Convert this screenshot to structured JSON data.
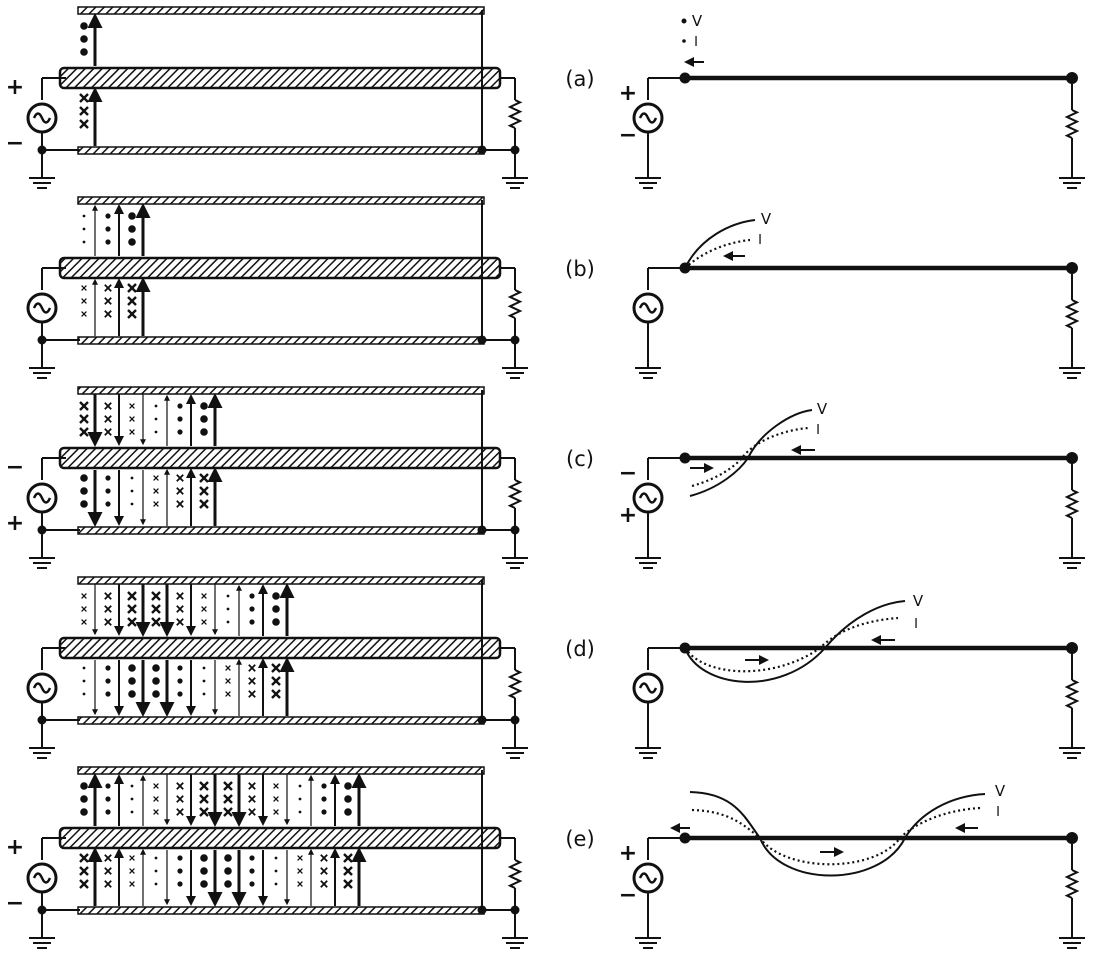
{
  "figure": {
    "ink_color": "#111111",
    "background_color": "#ffffff",
    "wave_labels": {
      "voltage": "V",
      "current": "I"
    },
    "panels": [
      {
        "label": "(a)",
        "left_polarity": [
          "+",
          "−"
        ],
        "right_polarity": [
          "+",
          "−"
        ],
        "left_columns": [
          {
            "top": "dot3",
            "bottom": "x3",
            "arrow": "up",
            "thick": 3
          }
        ],
        "right_wave": "legend"
      },
      {
        "label": "(b)",
        "left_polarity": [
          "",
          ""
        ],
        "right_polarity": [
          "",
          ""
        ],
        "left_columns": [
          {
            "top": "dot1",
            "bottom": "x1",
            "arrow": "up",
            "thick": 1
          },
          {
            "top": "dot2",
            "bottom": "x2",
            "arrow": "up",
            "thick": 2
          },
          {
            "top": "dot3",
            "bottom": "x3",
            "arrow": "up",
            "thick": 3
          }
        ],
        "right_wave": "b"
      },
      {
        "label": "(c)",
        "left_polarity": [
          "−",
          "+"
        ],
        "right_polarity": [
          "−",
          "+"
        ],
        "left_columns": [
          {
            "top": "x3",
            "bottom": "dot3",
            "arrow": "down",
            "thick": 3
          },
          {
            "top": "x2",
            "bottom": "dot2",
            "arrow": "down",
            "thick": 2
          },
          {
            "top": "x1",
            "bottom": "dot1",
            "arrow": "down",
            "thick": 1
          },
          {
            "top": "dot1",
            "bottom": "x1",
            "arrow": "up",
            "thick": 1
          },
          {
            "top": "dot2",
            "bottom": "x2",
            "arrow": "up",
            "thick": 2
          },
          {
            "top": "dot3",
            "bottom": "x3",
            "arrow": "up",
            "thick": 3
          }
        ],
        "right_wave": "c"
      },
      {
        "label": "(d)",
        "left_polarity": [
          "",
          ""
        ],
        "right_polarity": [
          "",
          ""
        ],
        "left_columns": [
          {
            "top": "x1",
            "bottom": "dot1",
            "arrow": "down",
            "thick": 1
          },
          {
            "top": "x2",
            "bottom": "dot2",
            "arrow": "down",
            "thick": 2
          },
          {
            "top": "x3",
            "bottom": "dot3",
            "arrow": "down",
            "thick": 3
          },
          {
            "top": "x3",
            "bottom": "dot3",
            "arrow": "down",
            "thick": 3
          },
          {
            "top": "x2",
            "bottom": "dot2",
            "arrow": "down",
            "thick": 2
          },
          {
            "top": "x1",
            "bottom": "dot1",
            "arrow": "down",
            "thick": 1
          },
          {
            "top": "dot1",
            "bottom": "x1",
            "arrow": "up",
            "thick": 1
          },
          {
            "top": "dot2",
            "bottom": "x2",
            "arrow": "up",
            "thick": 2
          },
          {
            "top": "dot3",
            "bottom": "x3",
            "arrow": "up",
            "thick": 3
          }
        ],
        "right_wave": "d"
      },
      {
        "label": "(e)",
        "left_polarity": [
          "+",
          "−"
        ],
        "right_polarity": [
          "+",
          "−"
        ],
        "left_columns": [
          {
            "top": "dot3",
            "bottom": "x3",
            "arrow": "up",
            "thick": 3
          },
          {
            "top": "dot2",
            "bottom": "x2",
            "arrow": "up",
            "thick": 2
          },
          {
            "top": "dot1",
            "bottom": "x1",
            "arrow": "up",
            "thick": 1
          },
          {
            "top": "x1",
            "bottom": "dot1",
            "arrow": "down",
            "thick": 1
          },
          {
            "top": "x2",
            "bottom": "dot2",
            "arrow": "down",
            "thick": 2
          },
          {
            "top": "x3",
            "bottom": "dot3",
            "arrow": "down",
            "thick": 3
          },
          {
            "top": "x3",
            "bottom": "dot3",
            "arrow": "down",
            "thick": 3
          },
          {
            "top": "x2",
            "bottom": "dot2",
            "arrow": "down",
            "thick": 2
          },
          {
            "top": "x1",
            "bottom": "dot1",
            "arrow": "down",
            "thick": 1
          },
          {
            "top": "dot1",
            "bottom": "x1",
            "arrow": "up",
            "thick": 1
          },
          {
            "top": "dot2",
            "bottom": "x2",
            "arrow": "up",
            "thick": 2
          },
          {
            "top": "dot3",
            "bottom": "x3",
            "arrow": "up",
            "thick": 3
          }
        ],
        "right_wave": "e"
      }
    ]
  }
}
